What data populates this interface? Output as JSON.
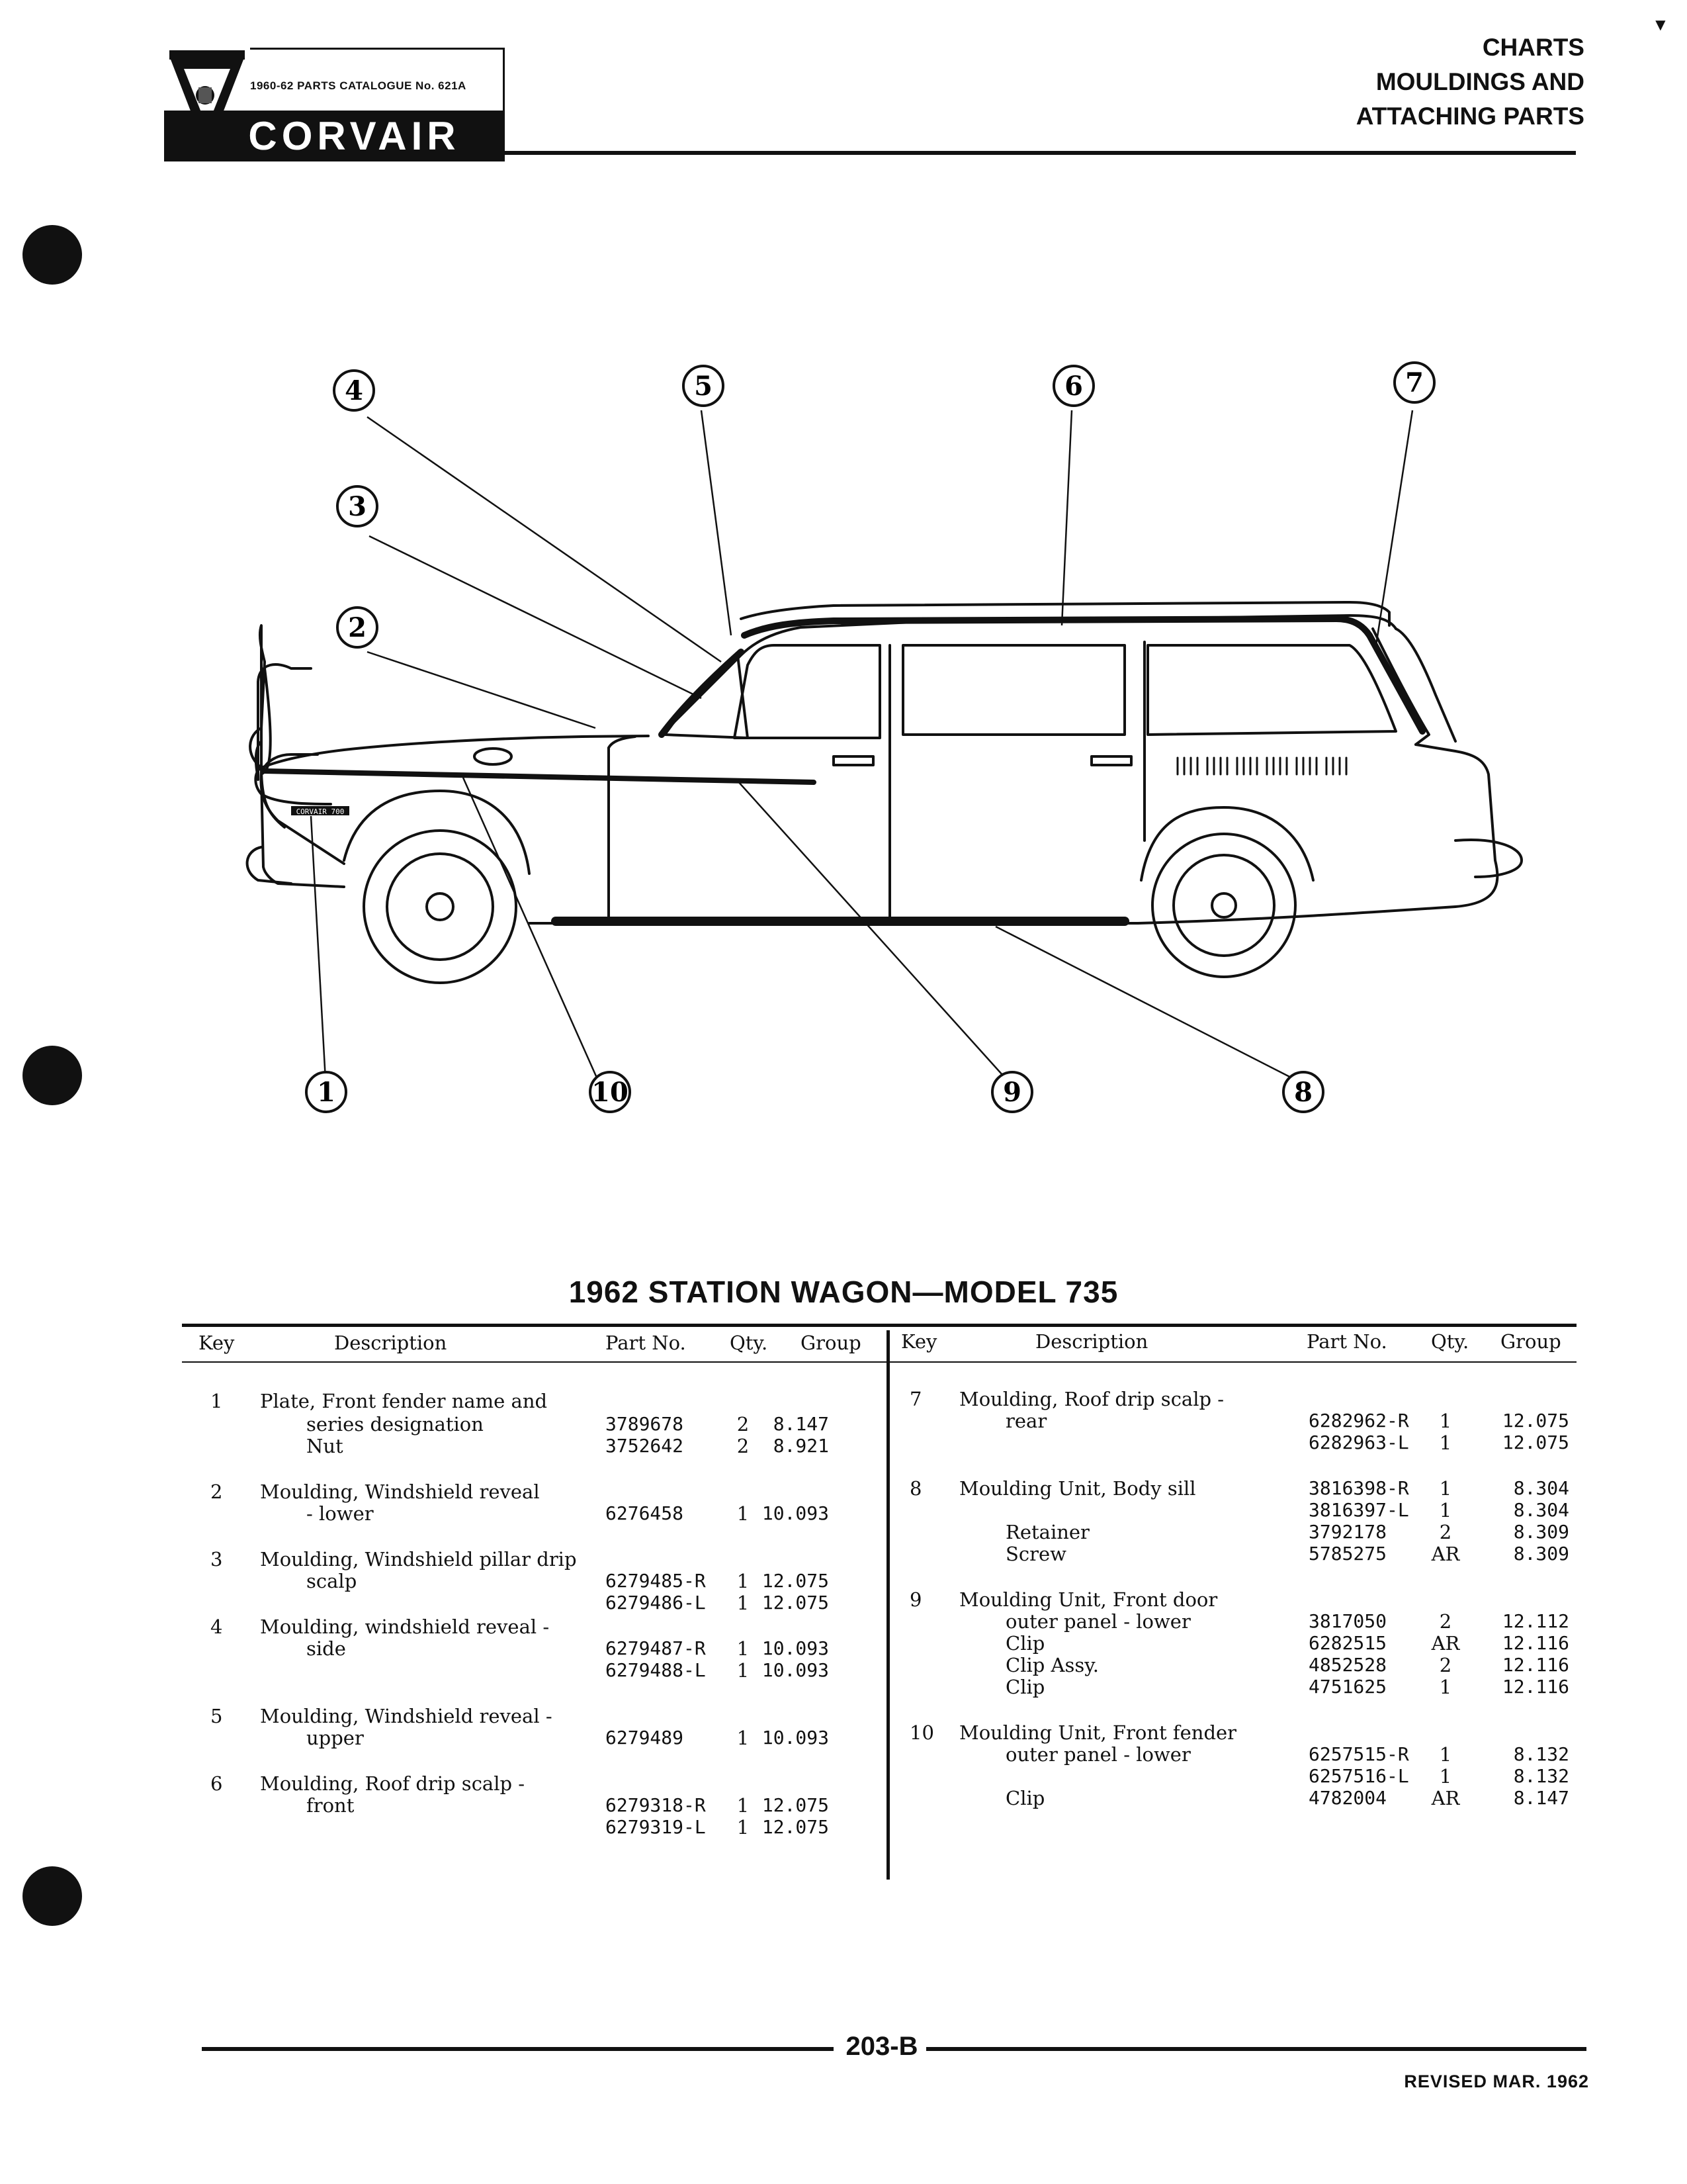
{
  "header": {
    "catalogue_line": "1960-62 PARTS CATALOGUE No. 621A",
    "brand": "CORVAIR",
    "title_lines": [
      "CHARTS",
      "MOULDINGS AND",
      "ATTACHING PARTS"
    ],
    "corner_mark": "▼"
  },
  "callouts": [
    "1",
    "2",
    "3",
    "4",
    "5",
    "6",
    "7",
    "8",
    "9",
    "10"
  ],
  "car_badge": "CORVAIR 700",
  "table": {
    "title": "1962 STATION WAGON—MODEL 735",
    "headers": {
      "key": "Key",
      "description": "Description",
      "part_no": "Part No.",
      "qty": "Qty.",
      "group": "Group"
    },
    "left_rows": [
      {
        "key": "1",
        "desc": "Plate, Front fender name and",
        "indent": 0,
        "part": "",
        "qty": "",
        "group": ""
      },
      {
        "key": "",
        "desc": "series designation",
        "indent": 1,
        "part": "3789678",
        "qty": "2",
        "group": "8.147"
      },
      {
        "key": "",
        "desc": "Nut",
        "indent": 1,
        "part": "3752642",
        "qty": "2",
        "group": "8.921"
      },
      {
        "key": "2",
        "desc": "Moulding, Windshield reveal",
        "indent": 0,
        "part": "",
        "qty": "",
        "group": ""
      },
      {
        "key": "",
        "desc": "- lower",
        "indent": 1,
        "part": "6276458",
        "qty": "1",
        "group": "10.093"
      },
      {
        "key": "3",
        "desc": "Moulding, Windshield pillar drip",
        "indent": 0,
        "part": "",
        "qty": "",
        "group": ""
      },
      {
        "key": "",
        "desc": "scalp",
        "indent": 1,
        "part": "6279485-R",
        "qty": "1",
        "group": "12.075"
      },
      {
        "key": "",
        "desc": "",
        "indent": 1,
        "part": "6279486-L",
        "qty": "1",
        "group": "12.075"
      },
      {
        "key": "4",
        "desc": "Moulding, windshield reveal -",
        "indent": 0,
        "part": "",
        "qty": "",
        "group": ""
      },
      {
        "key": "",
        "desc": "side",
        "indent": 1,
        "part": "6279487-R",
        "qty": "1",
        "group": "10.093"
      },
      {
        "key": "",
        "desc": "",
        "indent": 1,
        "part": "6279488-L",
        "qty": "1",
        "group": "10.093"
      },
      {
        "key": "5",
        "desc": "Moulding, Windshield reveal -",
        "indent": 0,
        "part": "",
        "qty": "",
        "group": ""
      },
      {
        "key": "",
        "desc": "upper",
        "indent": 1,
        "part": "6279489",
        "qty": "1",
        "group": "10.093"
      },
      {
        "key": "6",
        "desc": "Moulding, Roof drip scalp -",
        "indent": 0,
        "part": "",
        "qty": "",
        "group": ""
      },
      {
        "key": "",
        "desc": "front",
        "indent": 1,
        "part": "6279318-R",
        "qty": "1",
        "group": "12.075"
      },
      {
        "key": "",
        "desc": "",
        "indent": 1,
        "part": "6279319-L",
        "qty": "1",
        "group": "12.075"
      }
    ],
    "right_rows": [
      {
        "key": "7",
        "desc": "Moulding, Roof drip scalp -",
        "indent": 0,
        "part": "",
        "qty": "",
        "group": ""
      },
      {
        "key": "",
        "desc": "rear",
        "indent": 1,
        "part": "6282962-R",
        "qty": "1",
        "group": "12.075"
      },
      {
        "key": "",
        "desc": "",
        "indent": 1,
        "part": "6282963-L",
        "qty": "1",
        "group": "12.075"
      },
      {
        "key": "8",
        "desc": "Moulding Unit, Body sill",
        "indent": 0,
        "part": "3816398-R",
        "qty": "1",
        "group": "8.304"
      },
      {
        "key": "",
        "desc": "",
        "indent": 1,
        "part": "3816397-L",
        "qty": "1",
        "group": "8.304"
      },
      {
        "key": "",
        "desc": "Retainer",
        "indent": 1,
        "part": "3792178",
        "qty": "2",
        "group": "8.309"
      },
      {
        "key": "",
        "desc": "Screw",
        "indent": 1,
        "part": "5785275",
        "qty": "AR",
        "group": "8.309"
      },
      {
        "key": "9",
        "desc": "Moulding Unit, Front door",
        "indent": 0,
        "part": "",
        "qty": "",
        "group": ""
      },
      {
        "key": "",
        "desc": "outer panel - lower",
        "indent": 1,
        "part": "3817050",
        "qty": "2",
        "group": "12.112"
      },
      {
        "key": "",
        "desc": "Clip",
        "indent": 1,
        "part": "6282515",
        "qty": "AR",
        "group": "12.116"
      },
      {
        "key": "",
        "desc": "Clip Assy.",
        "indent": 1,
        "part": "4852528",
        "qty": "2",
        "group": "12.116"
      },
      {
        "key": "",
        "desc": "Clip",
        "indent": 1,
        "part": "4751625",
        "qty": "1",
        "group": "12.116"
      },
      {
        "key": "10",
        "desc": "Moulding Unit, Front fender",
        "indent": 0,
        "part": "",
        "qty": "",
        "group": ""
      },
      {
        "key": "",
        "desc": "outer panel - lower",
        "indent": 1,
        "part": "6257515-R",
        "qty": "1",
        "group": "8.132"
      },
      {
        "key": "",
        "desc": "",
        "indent": 1,
        "part": "6257516-L",
        "qty": "1",
        "group": "8.132"
      },
      {
        "key": "",
        "desc": "Clip",
        "indent": 1,
        "part": "4782004",
        "qty": "AR",
        "group": "8.147"
      }
    ]
  },
  "footer": {
    "page_number": "203-B",
    "revised": "REVISED MAR. 1962"
  }
}
